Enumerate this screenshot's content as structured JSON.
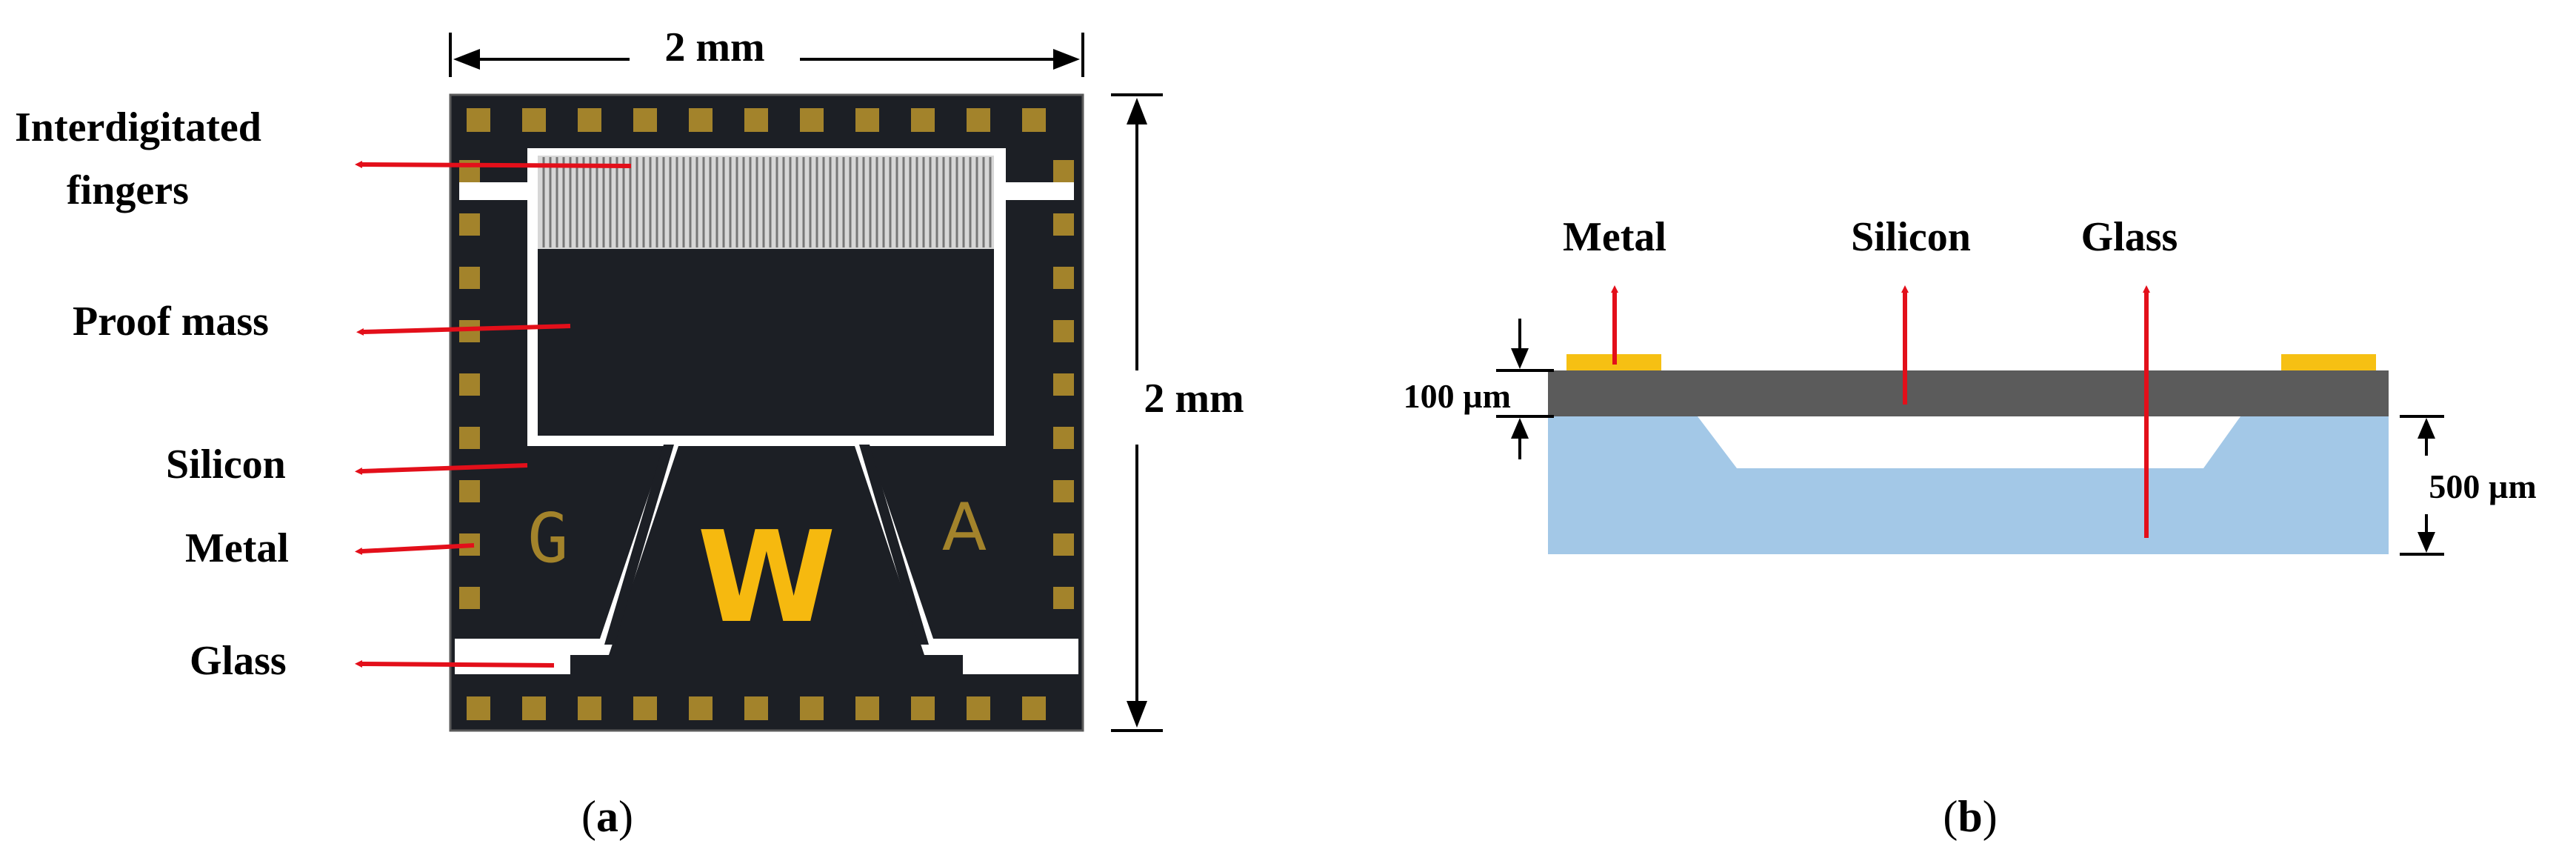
{
  "panel_a": {
    "width_dimension": "2 mm",
    "height_dimension": "2 mm",
    "labels": {
      "interdigitated_line1": "Interdigitated",
      "interdigitated_line2": "fingers",
      "proof_mass": "Proof mass",
      "silicon": "Silicon",
      "metal": "Metal",
      "glass": "Glass"
    },
    "chip_letters": {
      "left": "G",
      "center": "W",
      "right": "A"
    },
    "caption_letter": "a"
  },
  "panel_b": {
    "labels": {
      "metal": "Metal",
      "silicon": "Silicon",
      "glass": "Glass"
    },
    "silicon_thickness": "100 µm",
    "glass_thickness": "500 µm",
    "caption_letter": "b"
  },
  "colors": {
    "chip_background": "#1c1f25",
    "pad_gold": "#a3832b",
    "logo_gold": "#f6b90f",
    "silicon_gray": "#5b5b5b",
    "glass_blue": "#a3c8e7",
    "metal_gold": "#f6c013",
    "arrow_red": "#e30f1a"
  }
}
